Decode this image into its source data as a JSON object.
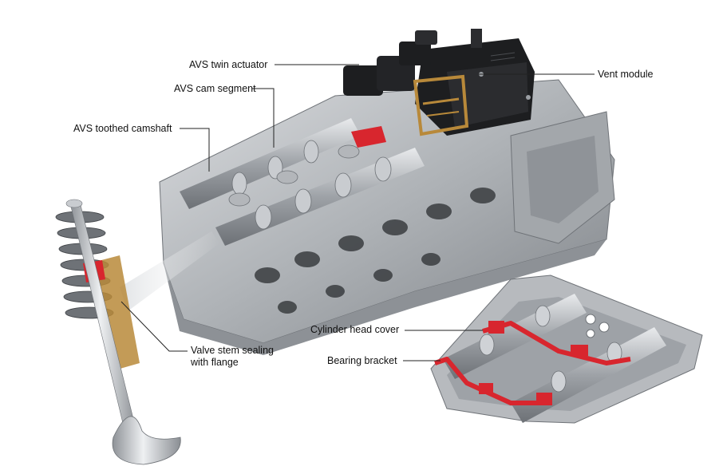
{
  "labels": {
    "avs_twin_actuator": "AVS twin actuator",
    "avs_cam_segment": "AVS cam segment",
    "avs_toothed_camshaft": "AVS toothed camshaft",
    "vent_module": "Vent module",
    "valve_stem_sealing_line1": "Valve stem sealing",
    "valve_stem_sealing_line2": "with flange",
    "cylinder_head_cover": "Cylinder head cover",
    "bearing_bracket": "Bearing bracket"
  },
  "colors": {
    "highlight": "#d8262e",
    "metal": "#b9bcc0",
    "metal_dark": "#7d8186",
    "black_part": "#1d1e20",
    "gold": "#b8893a",
    "leader": "#222222"
  }
}
